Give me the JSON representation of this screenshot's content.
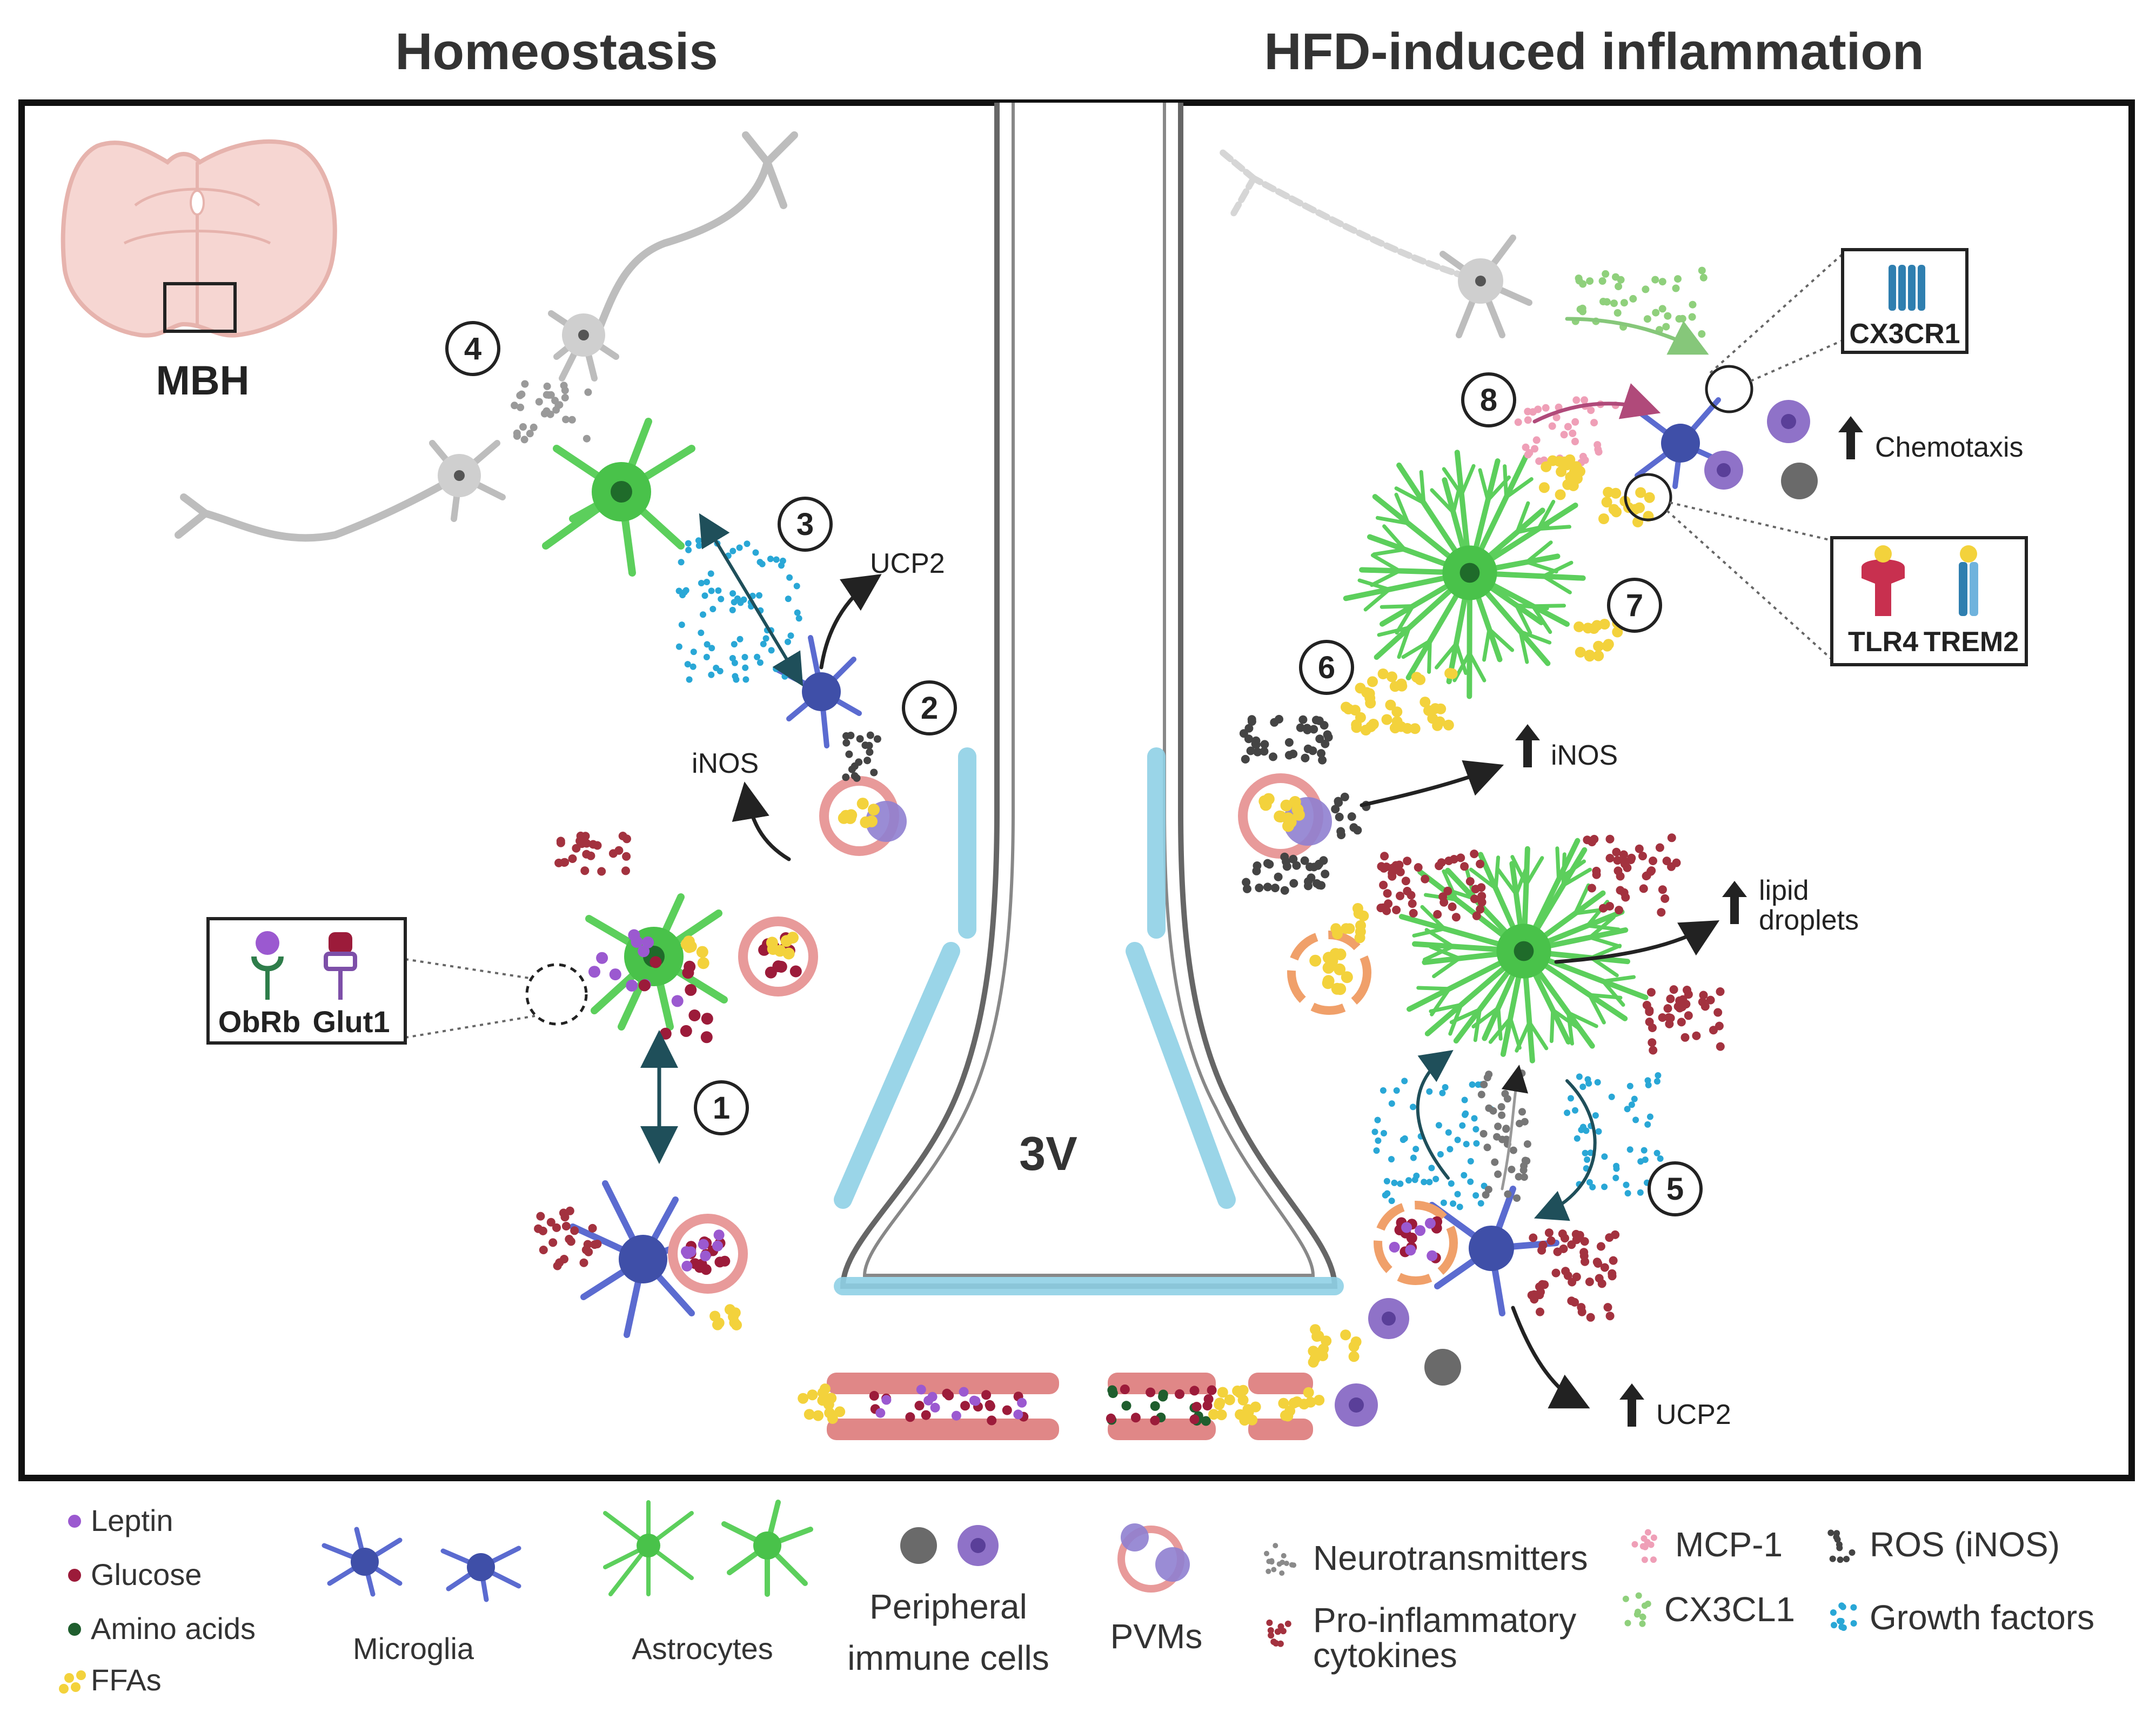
{
  "headings": {
    "left": "Homeostasis",
    "right": "HFD-induced inflammation"
  },
  "inset": {
    "label": "MBH"
  },
  "ventricle": {
    "label": "3V"
  },
  "steps": [
    "1",
    "2",
    "3",
    "4",
    "5",
    "6",
    "7",
    "8"
  ],
  "annotations": {
    "ucp2_left": "UCP2",
    "inos_left": "iNOS",
    "inos_right": "iNOS",
    "chemotaxis": "Chemotaxis",
    "lipid_line1": "lipid",
    "lipid_line2": "droplets",
    "ucp2_right": "UCP2"
  },
  "receptor_boxes": {
    "obrb": "ObRb",
    "glut1": "Glut1",
    "cx3cr1": "CX3CR1",
    "tlr4": "TLR4",
    "trem2": "TREM2"
  },
  "legend": {
    "leptin": "Leptin",
    "glucose": "Glucose",
    "amino_acids": "Amino acids",
    "ffas": "FFAs",
    "microglia": "Microglia",
    "astrocytes": "Astrocytes",
    "peripheral_line1": "Peripheral",
    "peripheral_line2": "immune cells",
    "pvms": "PVMs",
    "neurotransmitters": "Neurotransmitters",
    "proinfl_line1": "Pro-inflammatory",
    "proinfl_line2": "cytokines",
    "mcp1": "MCP-1",
    "cx3cl1": "CX3CL1",
    "ros": "ROS (iNOS)",
    "growth_factors": "Growth factors"
  },
  "colors": {
    "leptin": "#9b59d0",
    "glucose": "#9c1b3a",
    "amino_acids": "#1f5e2e",
    "ffa": "#f3d23c",
    "microglia": "#3f4fa8",
    "astrocyte": "#49c24a",
    "neuron": "#bdbdbd",
    "growth_factor": "#29a7d6",
    "cytokine": "#a3323f",
    "mcp1": "#ef9fb7",
    "cx3cl1": "#8fd07c",
    "ros": "#444444",
    "ependyma": "#8fd0e6",
    "vessel": "#e07b7b"
  },
  "icons": [
    "brain-section-icon",
    "neuron-icon",
    "astrocyte-icon",
    "microglia-icon",
    "blood-vessel-icon",
    "pvm-icon",
    "immune-cell-icon",
    "receptor-icon"
  ]
}
